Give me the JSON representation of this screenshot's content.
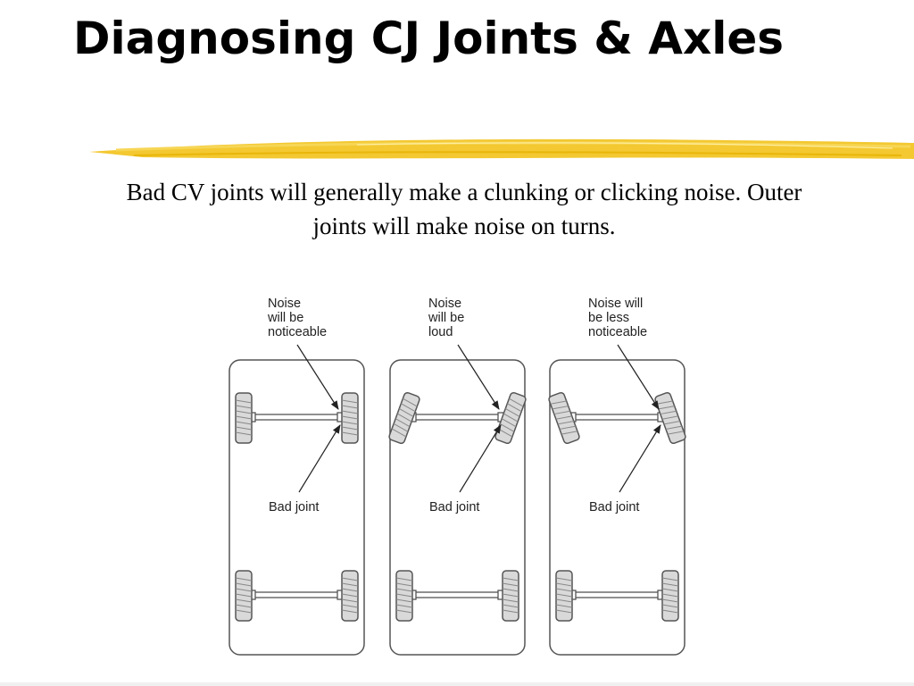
{
  "slide": {
    "title": "Diagnosing CJ Joints & Axles",
    "subtitle": "Bad CV joints will generally make a clunking or clicking noise. Outer joints will make noise on turns."
  },
  "colors": {
    "highlight_stroke": "#f2c21b",
    "outline": "#555555",
    "tire_fill": "#d9d9d9"
  },
  "diagram": {
    "panels": [
      {
        "noise_label": [
          "Noise",
          "will be",
          "noticeable"
        ],
        "joint_label": "Bad joint",
        "front_wheels": "straight"
      },
      {
        "noise_label": [
          "Noise",
          "will be",
          "loud"
        ],
        "joint_label": "Bad joint",
        "front_wheels": "turned-left"
      },
      {
        "noise_label": [
          "Noise will",
          "be less",
          "noticeable"
        ],
        "joint_label": "Bad joint",
        "front_wheels": "turned-right"
      }
    ]
  }
}
